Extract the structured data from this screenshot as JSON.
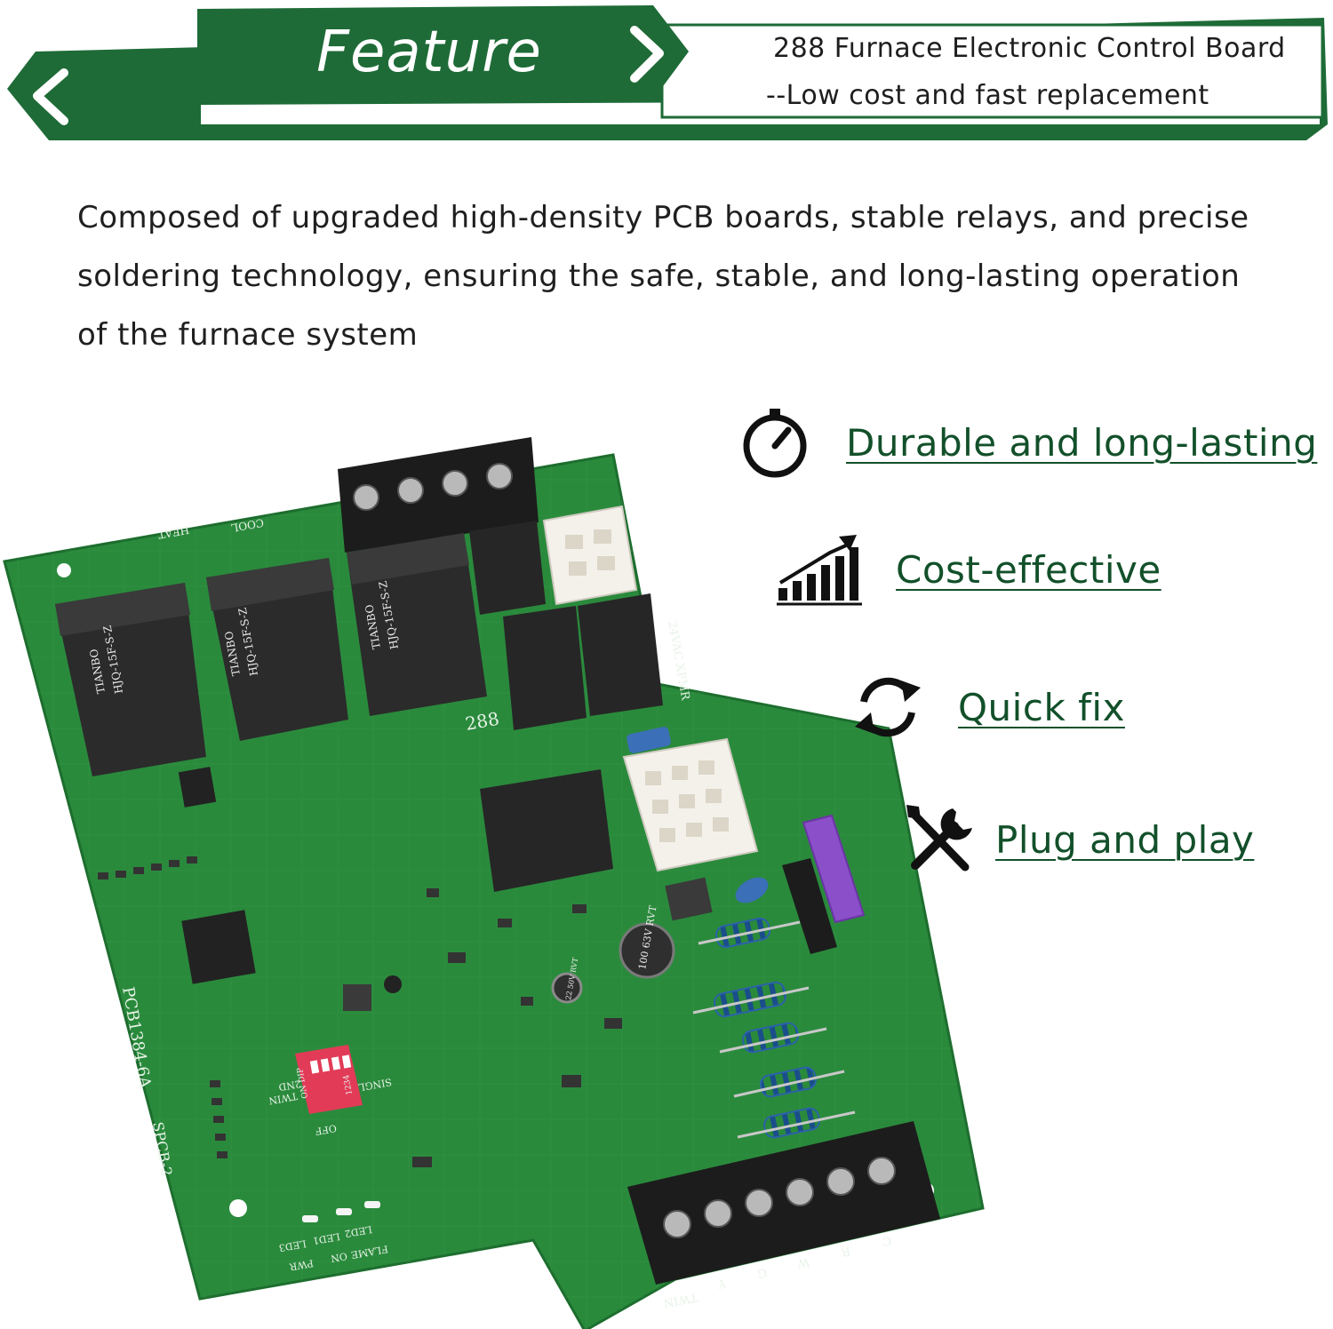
{
  "header": {
    "title": "Feature",
    "subtitle_line1": "288 Furnace Electronic Control Board",
    "subtitle_line2": "--Low cost and fast replacement",
    "accent_color": "#1e6b37"
  },
  "description": {
    "line1": "Composed of upgraded high-density PCB boards, stable relays, and precise",
    "line2": "soldering technology, ensuring the safe, stable, and long-lasting operation",
    "line3": "of the furnace system"
  },
  "features": [
    {
      "label": "Durable and long-lasting",
      "icon": "stopwatch-icon"
    },
    {
      "label": "Cost-effective",
      "icon": "bar-chart-icon"
    },
    {
      "label": "Quick fix",
      "icon": "refresh-icon"
    },
    {
      "label": "Plug and play",
      "icon": "tools-icon"
    }
  ],
  "product_image": {
    "board_model": "PCB1384-6A",
    "board_number": "288",
    "relay_brand": "TIANBO",
    "relay_model": "HJQ-15F-S-Z",
    "switch_label": "ON DIP",
    "switch_numbers": "1234",
    "terminal_labels": [
      "TWIN",
      "Y",
      "G",
      "W",
      "R",
      "C"
    ],
    "capacitor_label": "100 63V RVT",
    "small_capacitor_label": "22 50V RVT",
    "top_labels": [
      "HEAT",
      "COOL"
    ],
    "side_label": "24VAC XFMR",
    "led_labels": [
      "LED3",
      "LED1",
      "LED2",
      "PWR",
      "ON",
      "FLAME"
    ],
    "silk_labels": [
      "SPCB-2",
      "SINGL",
      "2ND",
      "TWIN",
      "OFF"
    ],
    "colors": {
      "pcb": "#2a8a3c",
      "pcb_dark": "#1d6e2e",
      "relay": "#2b2b2b",
      "fuse": "#8a4fc9"
    }
  }
}
